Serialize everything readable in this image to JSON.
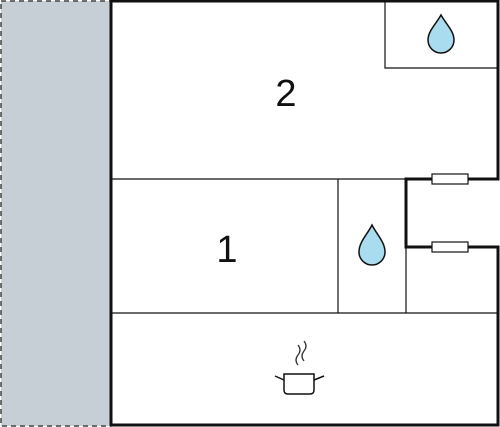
{
  "rooms": [
    {
      "id": "bedroom-2",
      "label": "2"
    },
    {
      "id": "bedroom-1",
      "label": "1"
    }
  ],
  "icons": [
    "water-drop-icon",
    "water-drop-icon",
    "cooking-pot-icon"
  ],
  "colors": {
    "wall": "#111111",
    "terrace": "#c6cfd6",
    "water": "#a9dcef",
    "background": "#ffffff"
  }
}
